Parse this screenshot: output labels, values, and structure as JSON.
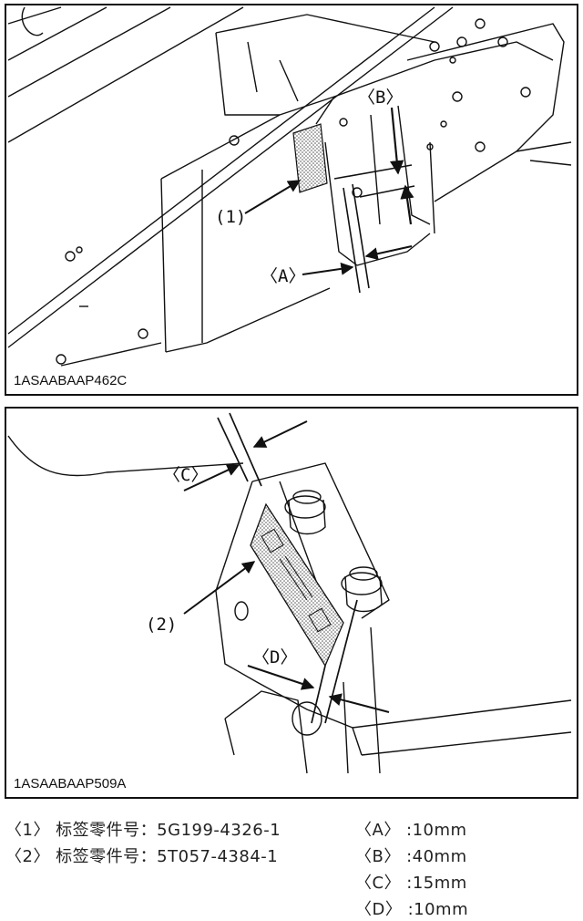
{
  "figure_top": {
    "code": "1ASAABAAP462C",
    "callouts": {
      "label1": "(1)",
      "dimA": "〈A〉",
      "dimB": "〈B〉"
    }
  },
  "figure_bottom": {
    "code": "1ASAABAAP509A",
    "callouts": {
      "label2": "(2)",
      "dimC": "〈C〉",
      "dimD": "〈D〉"
    }
  },
  "legend": {
    "parts": [
      {
        "label": "〈1〉 标签零件号：5G199-4326-1"
      },
      {
        "label": "〈2〉 标签零件号：5T057-4384-1"
      }
    ],
    "dimensions": [
      {
        "label": "〈A〉 :10mm"
      },
      {
        "label": "〈B〉 :40mm"
      },
      {
        "label": "〈C〉 :15mm"
      },
      {
        "label": "〈D〉 :10mm"
      }
    ]
  }
}
